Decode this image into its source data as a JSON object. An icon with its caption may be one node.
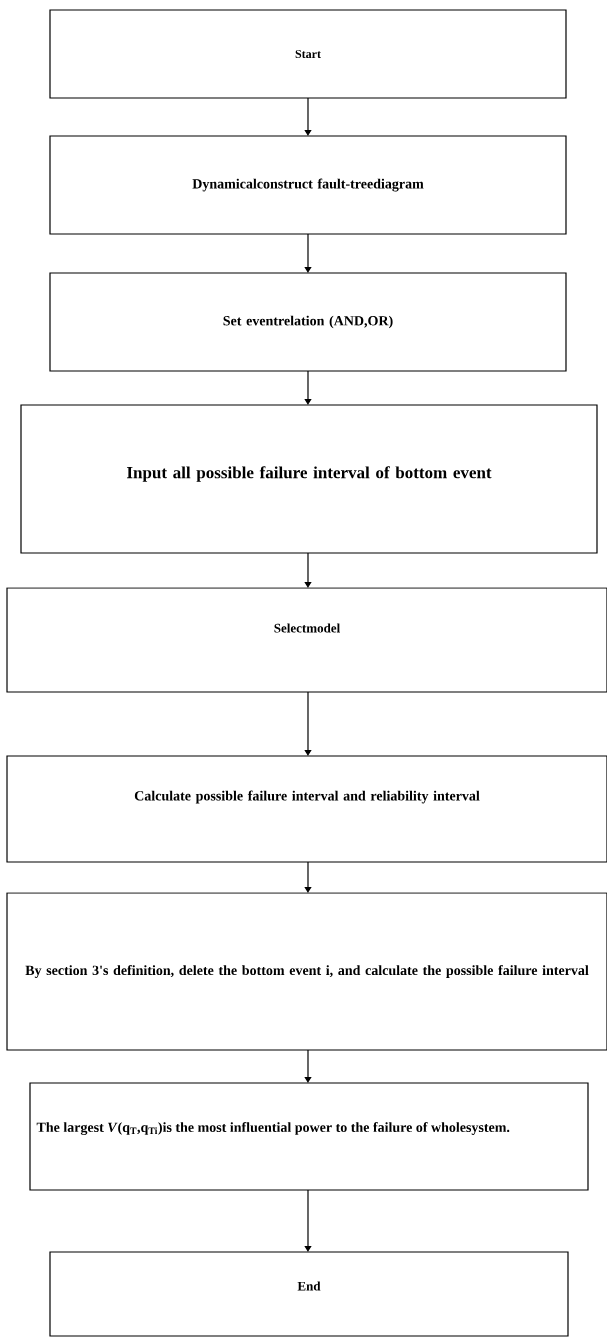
{
  "diagram": {
    "nodes": [
      {
        "text": [
          "Start"
        ]
      },
      {
        "text": [
          "Dynamicalconstruct fault-treediagram"
        ]
      },
      {
        "text": [
          "Set eventrelation (AND,OR)"
        ]
      },
      {
        "text": [
          "Input all possible failure interval of bottom event"
        ]
      },
      {
        "text": [
          "Selectmodel"
        ]
      },
      {
        "text": [
          "Calculate possible failure interval and reliability interval"
        ]
      },
      {
        "text": [
          "By section 3's definition, delete the bottom event i, and calculate the possible failure interval"
        ]
      },
      {
        "text": [
          "The largest *V*(q$_{T}$,q$_{Ti}$)is the most influential power to the failure of wholesystem."
        ]
      },
      {
        "text": [
          "End"
        ]
      }
    ],
    "edges": [
      {
        "from": 0,
        "to": 1,
        "arrow": "to"
      },
      {
        "from": 1,
        "to": 2,
        "arrow": "to"
      },
      {
        "from": 2,
        "to": 3,
        "arrow": "to"
      },
      {
        "from": 3,
        "to": 4,
        "arrow": "to"
      },
      {
        "from": 4,
        "to": 5,
        "arrow": "to"
      },
      {
        "from": 5,
        "to": 6,
        "arrow": "to"
      },
      {
        "from": 6,
        "to": 7,
        "arrow": "to"
      },
      {
        "from": 7,
        "to": 8,
        "arrow": "to"
      }
    ]
  }
}
